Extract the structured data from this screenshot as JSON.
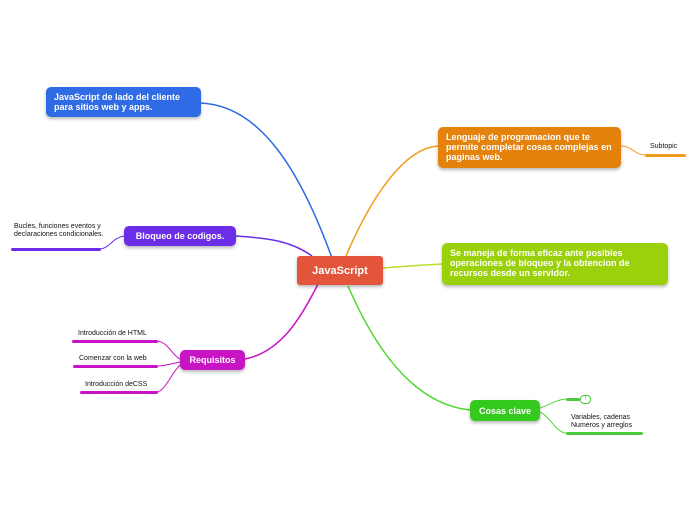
{
  "map": {
    "central": {
      "label": "JavaScript"
    },
    "topics": [
      {
        "id": "cliente",
        "label": "JavaScript de lado del cliente para sitios web y apps.",
        "color": "#2f6be4"
      },
      {
        "id": "bloqueo",
        "label": "Bloqueo de codigos.",
        "color": "#6b2ee8"
      },
      {
        "id": "requisitos",
        "label": "Requisitos",
        "color": "#c914c6"
      },
      {
        "id": "lenguaje",
        "label": "Lenguaje de programacion que te permite completar cosas complejas en paginas web.",
        "color": "#e5820c"
      },
      {
        "id": "eficaz",
        "label": "Se maneja de forma eficaz ante posibles operaciones de bloqueo y la obtencion de recursos desde un servidor.",
        "color": "#9ad10a"
      },
      {
        "id": "clave",
        "label": "Cosas clave",
        "color": "#35c81e"
      }
    ],
    "subtopics": {
      "bloqueo": [
        "Bucles, funciones eventos y declaraciones  condicionales."
      ],
      "requisitos": [
        "Introducción de HTML",
        "Comenzar con la web",
        "Introducción deCSS"
      ],
      "lenguaje": [
        "Subtopic"
      ],
      "clave_badge": "!",
      "clave": [
        "Variables, cadenas Numeros y arreglos"
      ]
    }
  }
}
